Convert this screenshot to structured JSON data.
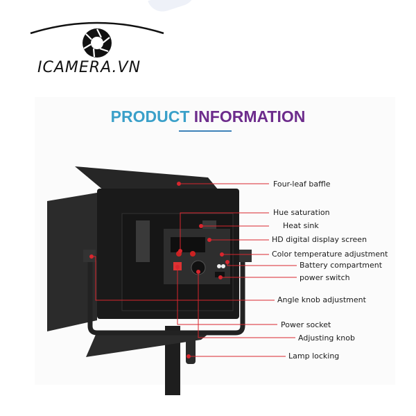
{
  "brand": {
    "logo_text": "ICAMERA.VN"
  },
  "title": {
    "part1": "PRODUCT",
    "part2": "INFORMATION"
  },
  "colors": {
    "accent_blue": "#3aa0c9",
    "accent_purple": "#6d2c8c",
    "callout_red": "#d8262e"
  },
  "callouts": [
    {
      "label": "Four-leaf baffle"
    },
    {
      "label": "Hue saturation"
    },
    {
      "label": "Heat sink"
    },
    {
      "label": "HD digital display screen"
    },
    {
      "label": "Color temperature adjustment"
    },
    {
      "label": "Battery compartment"
    },
    {
      "label": "power switch"
    },
    {
      "label": "Angle knob adjustment"
    },
    {
      "label": "Power socket"
    },
    {
      "label": "Adjusting knob"
    },
    {
      "label": "Lamp locking"
    }
  ]
}
